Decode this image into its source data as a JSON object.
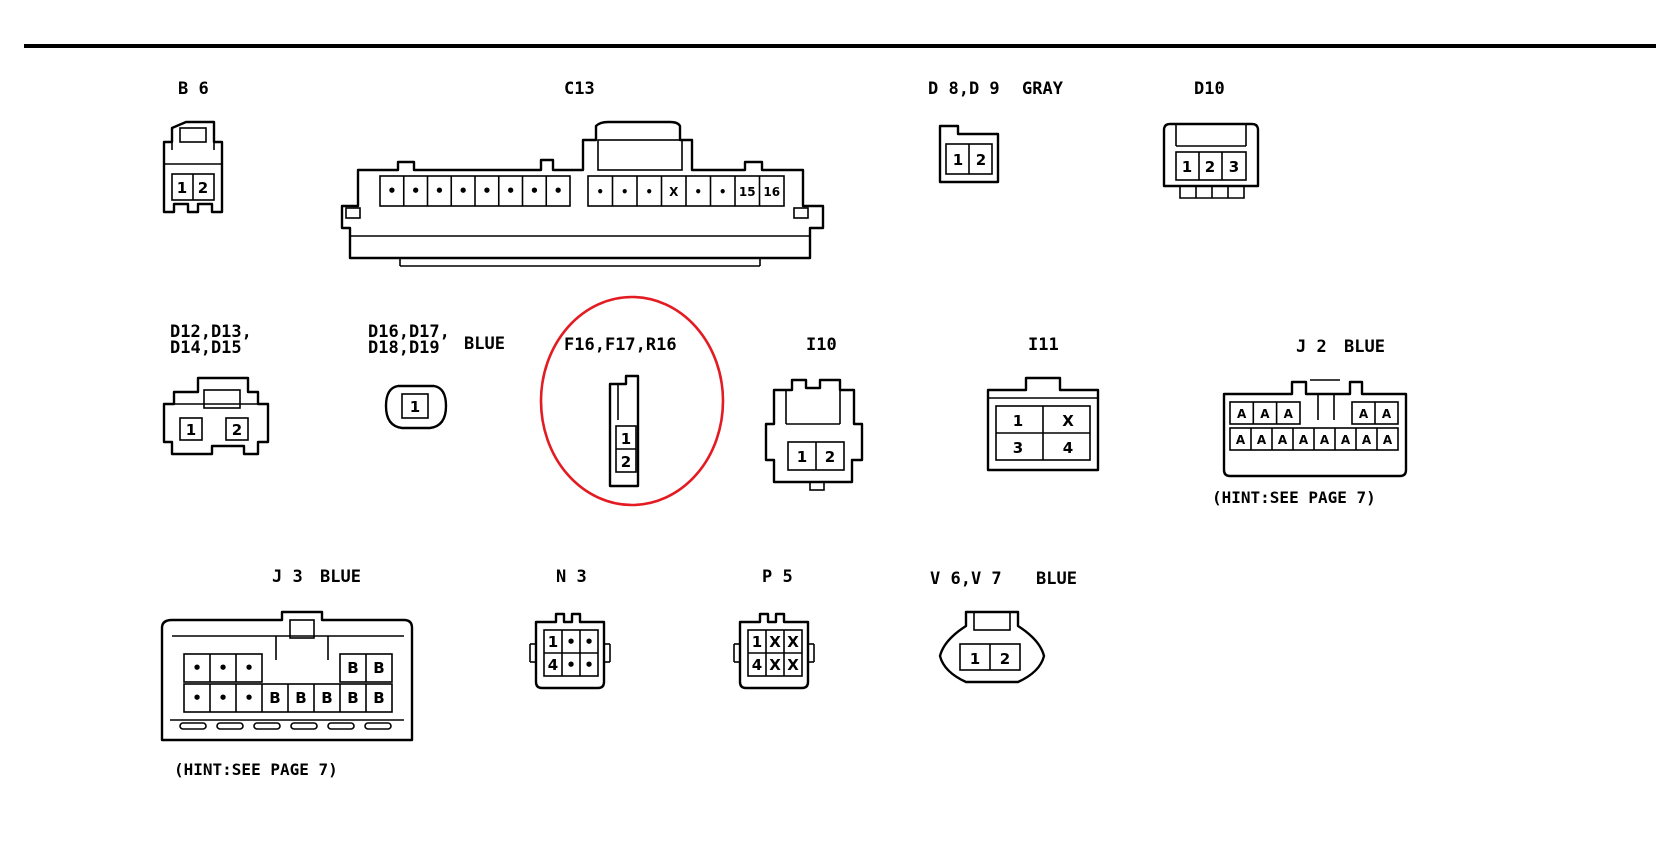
{
  "labels": {
    "b6": "B 6",
    "c13": "C13",
    "d8d9": "D 8,D 9",
    "d8d9_color": "GRAY",
    "d10": "D10",
    "d12_line1": "D12,D13,",
    "d12_line2": "D14,D15",
    "d16_line1": "D16,D17,",
    "d16_line2": "D18,D19",
    "d16_color": "BLUE",
    "f16": "F16,F17,R16",
    "i10": "I10",
    "i11": "I11",
    "j2": "J 2",
    "j2_color": "BLUE",
    "j2_hint": "(HINT:SEE PAGE 7)",
    "j3": "J 3",
    "j3_color": "BLUE",
    "j3_hint": "(HINT:SEE PAGE 7)",
    "n3": "N 3",
    "p5": "P 5",
    "v6v7": "V 6,V 7",
    "v6v7_color": "BLUE"
  },
  "pins": {
    "b6": [
      "1",
      "2"
    ],
    "c13": [
      "•",
      "•",
      "•",
      "•",
      "•",
      "•",
      "•",
      "•",
      "•",
      "•",
      "•",
      "X",
      "•",
      "•",
      "15",
      "16"
    ],
    "d8d9": [
      "1",
      "2"
    ],
    "d10": [
      "1",
      "2",
      "3"
    ],
    "d12": [
      "1",
      "2"
    ],
    "d16": [
      "1"
    ],
    "f16": [
      "1",
      "2"
    ],
    "i10": [
      "1",
      "2"
    ],
    "i11": [
      "1",
      "X",
      "3",
      "4"
    ],
    "j2_top": [
      "A",
      "A",
      "A",
      "A",
      "A"
    ],
    "j2_bottom": [
      "A",
      "A",
      "A",
      "A",
      "A",
      "A",
      "A",
      "A"
    ],
    "j3_top": [
      "•",
      "•",
      "•",
      "B",
      "B"
    ],
    "j3_bottom": [
      "•",
      "•",
      "•",
      "B",
      "B",
      "B",
      "B",
      "B"
    ],
    "n3": [
      "1",
      "•",
      "•",
      "4",
      "•",
      "•"
    ],
    "p5": [
      "1",
      "X",
      "X",
      "4",
      "X",
      "X"
    ],
    "v6v7": [
      "1",
      "2"
    ]
  },
  "colors": {
    "line": "#000000",
    "highlight": "#e31b23"
  }
}
